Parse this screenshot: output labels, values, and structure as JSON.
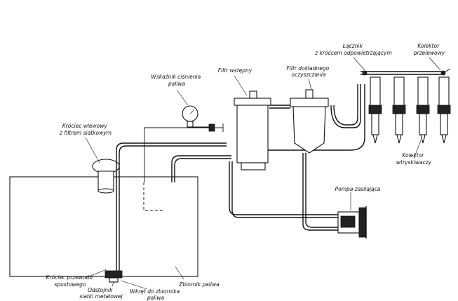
{
  "labels": {
    "pressure_gauge": [
      "Wskaźnik ciśnienia",
      "paliwa"
    ],
    "pre_filter": [
      "Filtr wstępny"
    ],
    "fine_filter": [
      "Filtr dokładnego",
      "oczyszczania"
    ],
    "connector": [
      "Łącznik",
      "z króćcem odpowietrzającym"
    ],
    "overflow_collector": [
      "Kolektor",
      "przelewowy"
    ],
    "inlet_neck": [
      "Króciec wlewowy",
      "z filtrem siatkowym"
    ],
    "injectors": [
      "Kolektor",
      "wtryskiwaczy"
    ],
    "supply_pump": [
      "Pompa zasilająca"
    ],
    "drain_neck": [
      "Króciec przewodu",
      "spustowego"
    ],
    "mesh_filter": [
      "Odstojnik",
      "siatki metalowej"
    ],
    "tank": [
      "Zbiornik paliwa"
    ],
    "inlet_sleeve": [
      "Wkręt do zbiornika",
      "paliwa"
    ]
  }
}
